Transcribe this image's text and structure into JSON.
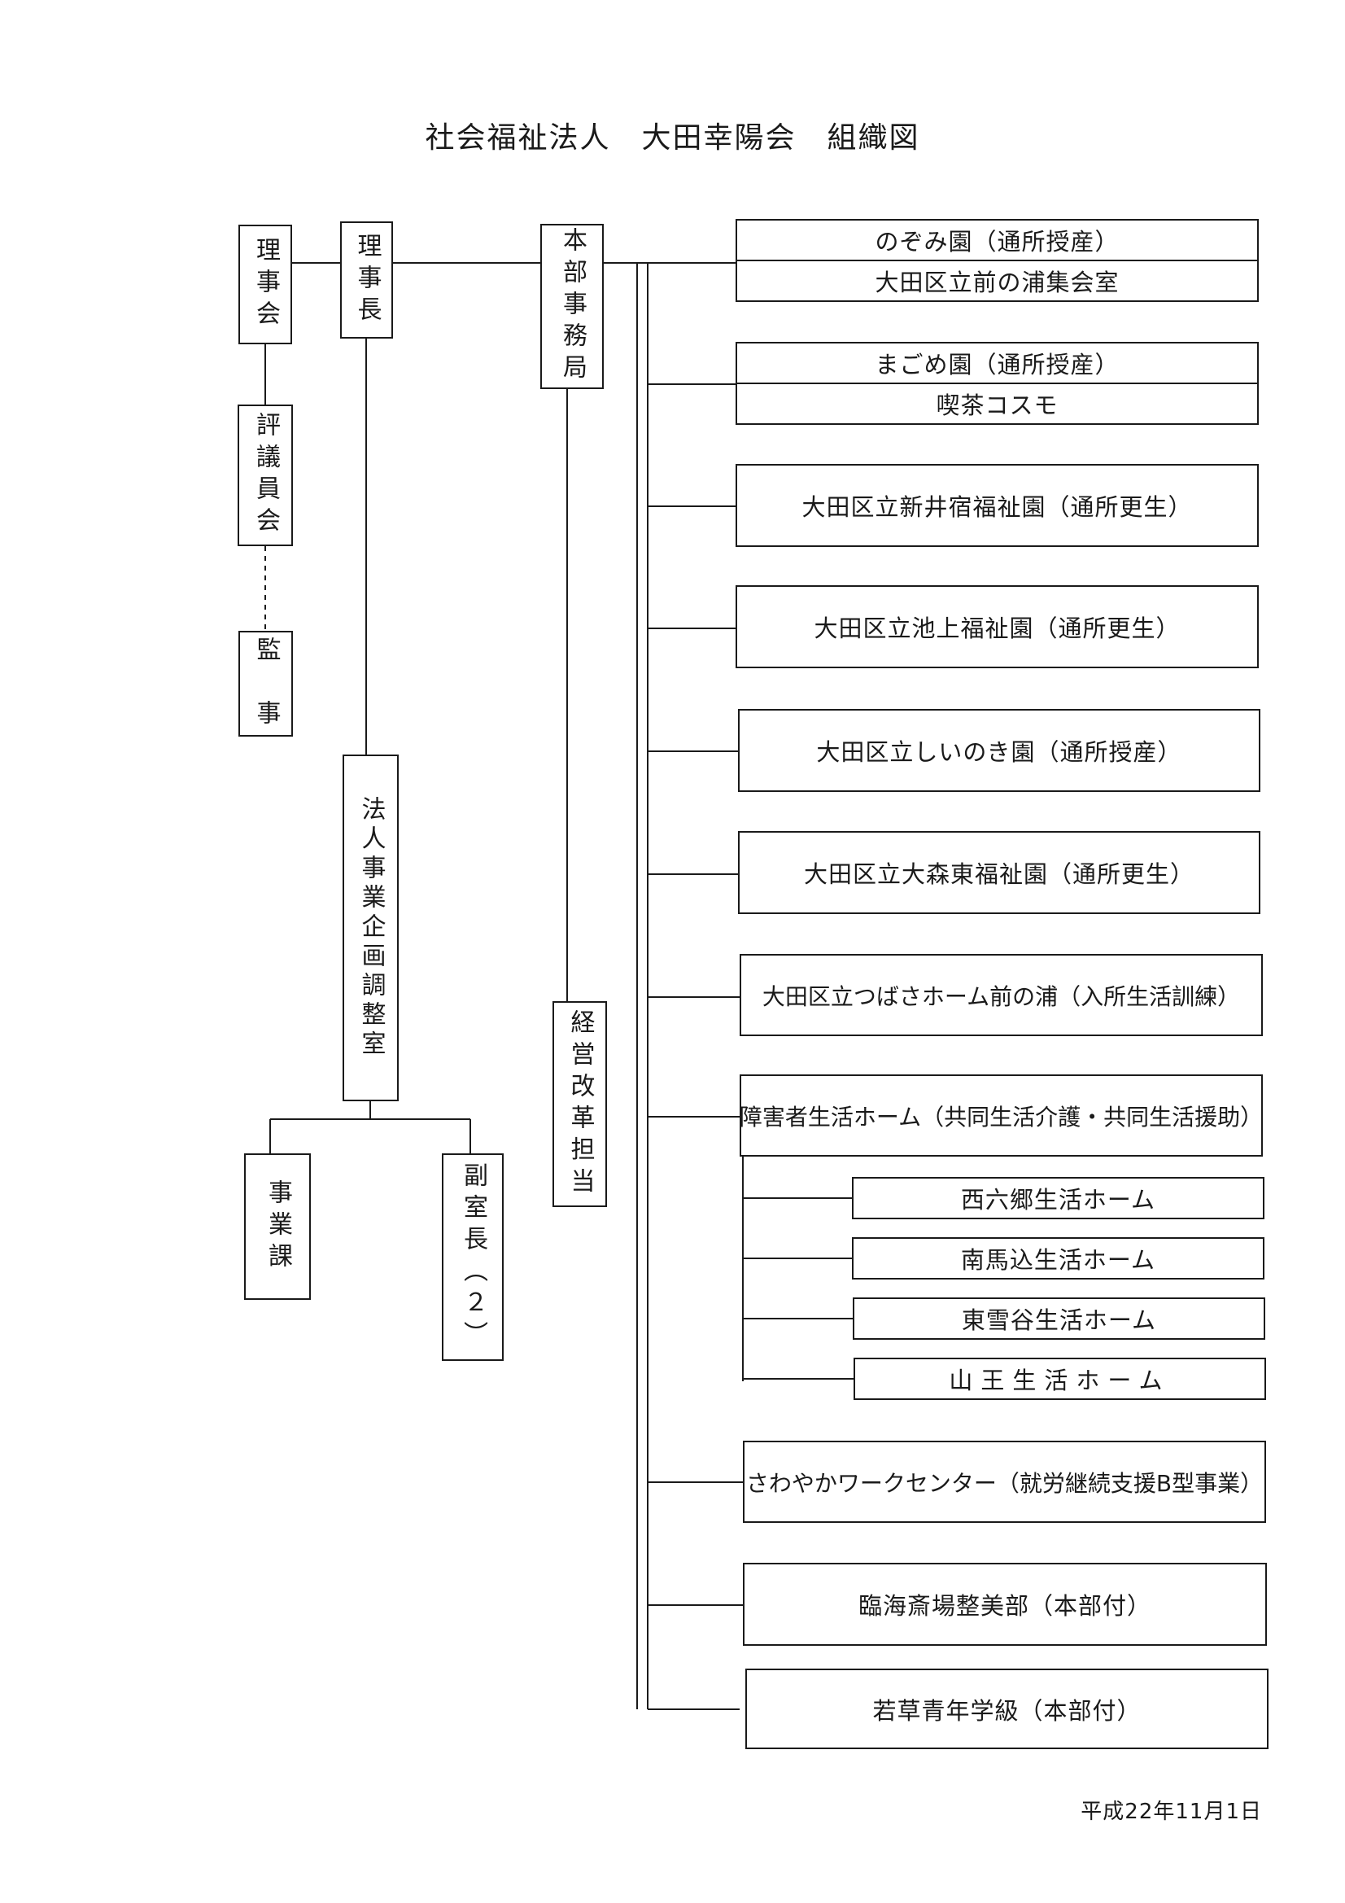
{
  "title": "社会福祉法人　大田幸陽会　組織図",
  "date": "平成22年11月1日",
  "left_column": {
    "rijikai": "理事会",
    "hyogiinkai": "評議員会",
    "kanji": "監　事"
  },
  "rijicho": "理事長",
  "honbu": "本部事務局",
  "planning_office": "法人事業企画調整室",
  "jigyoka": "事業課",
  "fukushitsucho": "副室長（２）",
  "keiei": "経営改革担当",
  "facilities": [
    {
      "rows": [
        "のぞみ園（通所授産）",
        "大田区立前の浦集会室"
      ]
    },
    {
      "rows": [
        "まごめ園（通所授産）",
        "喫茶コスモ"
      ]
    },
    {
      "rows": [
        "大田区立新井宿福祉園（通所更生）"
      ]
    },
    {
      "rows": [
        "大田区立池上福祉園（通所更生）"
      ]
    },
    {
      "rows": [
        "大田区立しいのき園（通所授産）"
      ]
    },
    {
      "rows": [
        "大田区立大森東福祉園（通所更生）"
      ]
    },
    {
      "rows": [
        "大田区立つばさホーム前の浦（入所生活訓練）"
      ]
    },
    {
      "rows": [
        "障害者生活ホーム（共同生活介護・共同生活援助）"
      ]
    },
    {
      "rows": [
        "さわやかワークセンター（就労継続支援B型事業）"
      ]
    },
    {
      "rows": [
        "臨海斎場整美部（本部付）"
      ]
    },
    {
      "rows": [
        "若草青年学級（本部付）"
      ]
    }
  ],
  "homes": [
    "西六郷生活ホーム",
    "南馬込生活ホーム",
    "東雪谷生活ホーム",
    "山王生活ホーム"
  ]
}
